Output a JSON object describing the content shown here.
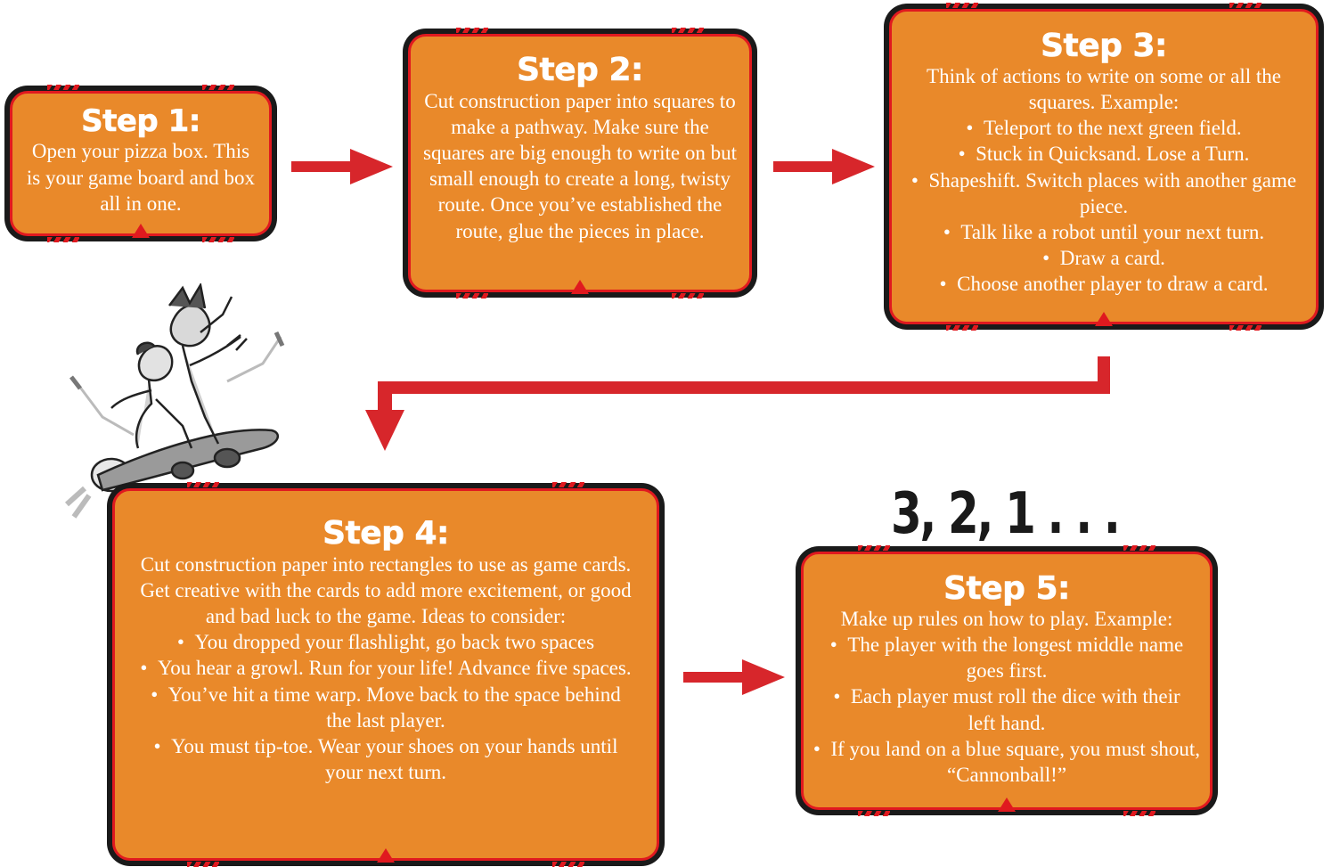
{
  "steps": [
    {
      "title": "Step 1:",
      "text": "Open your pizza box. This is your game board and box all in one.",
      "bullets": []
    },
    {
      "title": "Step 2:",
      "text": "Cut construction paper into squares to make a pathway. Make sure the squares are big enough to write on but small enough to create a long, twisty route. Once you’ve established the route, glue the pieces in place.",
      "bullets": []
    },
    {
      "title": "Step 3:",
      "text": "Think of actions to write on some or all the squares. Example:",
      "bullets": [
        "Teleport to the next green field.",
        "Stuck in Quicksand. Lose a Turn.",
        "Shapeshift. Switch places with another game piece.",
        "Talk like a robot until your next turn.",
        "Draw a card.",
        "Choose another player to draw a card."
      ]
    },
    {
      "title": "Step 4:",
      "text": "Cut construction paper into rectangles to use as game cards. Get creative with the cards to add more excitement, or good and bad luck to the game. Ideas to consider:",
      "bullets": [
        "You dropped your flashlight, go back two spaces",
        "You hear a growl. Run for your life! Advance five spaces.",
        "You’ve hit a time warp. Move back to the space behind the last player.",
        "You must tip-toe. Wear your shoes on your hands until your next turn."
      ]
    },
    {
      "title": "Step 5:",
      "text": "Make up rules on how to play. Example:",
      "bullets": [
        "The player with the longest middle name goes first.",
        "Each player must roll the dice with their left hand.",
        "If you land on a blue square, you must shout, “Cannonball!”"
      ]
    }
  ],
  "countdown": "3, 2, 1 . . .",
  "colors": {
    "card_fill": "#e9892a",
    "card_border": "#e0191f",
    "card_frame": "#1a1a1a",
    "arrow": "#d7262b",
    "text": "#ffffff"
  }
}
